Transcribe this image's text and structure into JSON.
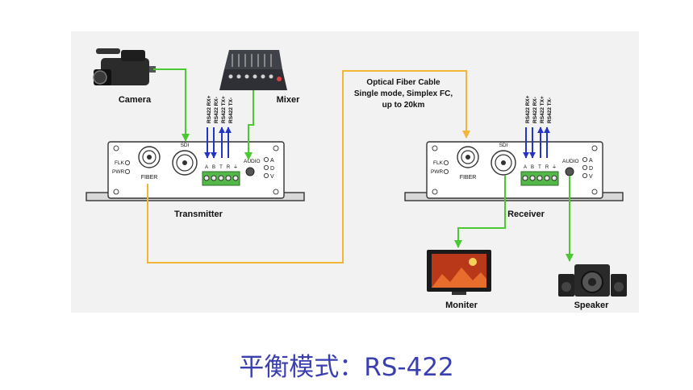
{
  "labels": {
    "camera": "Camera",
    "mixer": "Mixer",
    "cable_line1": "Optical Fiber Cable",
    "cable_line2": "Single mode, Simplex FC,",
    "cable_line3": "up to 20km",
    "transmitter": "Transmitter",
    "receiver": "Receiver",
    "monitor": "Moniter",
    "speaker": "Speaker"
  },
  "device": {
    "rs_labels": [
      "RS422 RX+",
      "RS422 RX-",
      "RS422 TX+",
      "RS422 TX-"
    ],
    "flk": "FLK",
    "pwr": "PWR",
    "fiber": "FIBER",
    "sdi": "SDI",
    "audio": "AUDIO",
    "led_a": "A",
    "led_d": "D",
    "led_v": "V",
    "pins": [
      "A",
      "B",
      "T",
      "R",
      "⏚"
    ]
  },
  "caption": "平衡模式：RS-422",
  "colors": {
    "green": "#4cc832",
    "blue": "#2433c8",
    "orange": "#f2b636",
    "caption": "#3a3fb0"
  }
}
